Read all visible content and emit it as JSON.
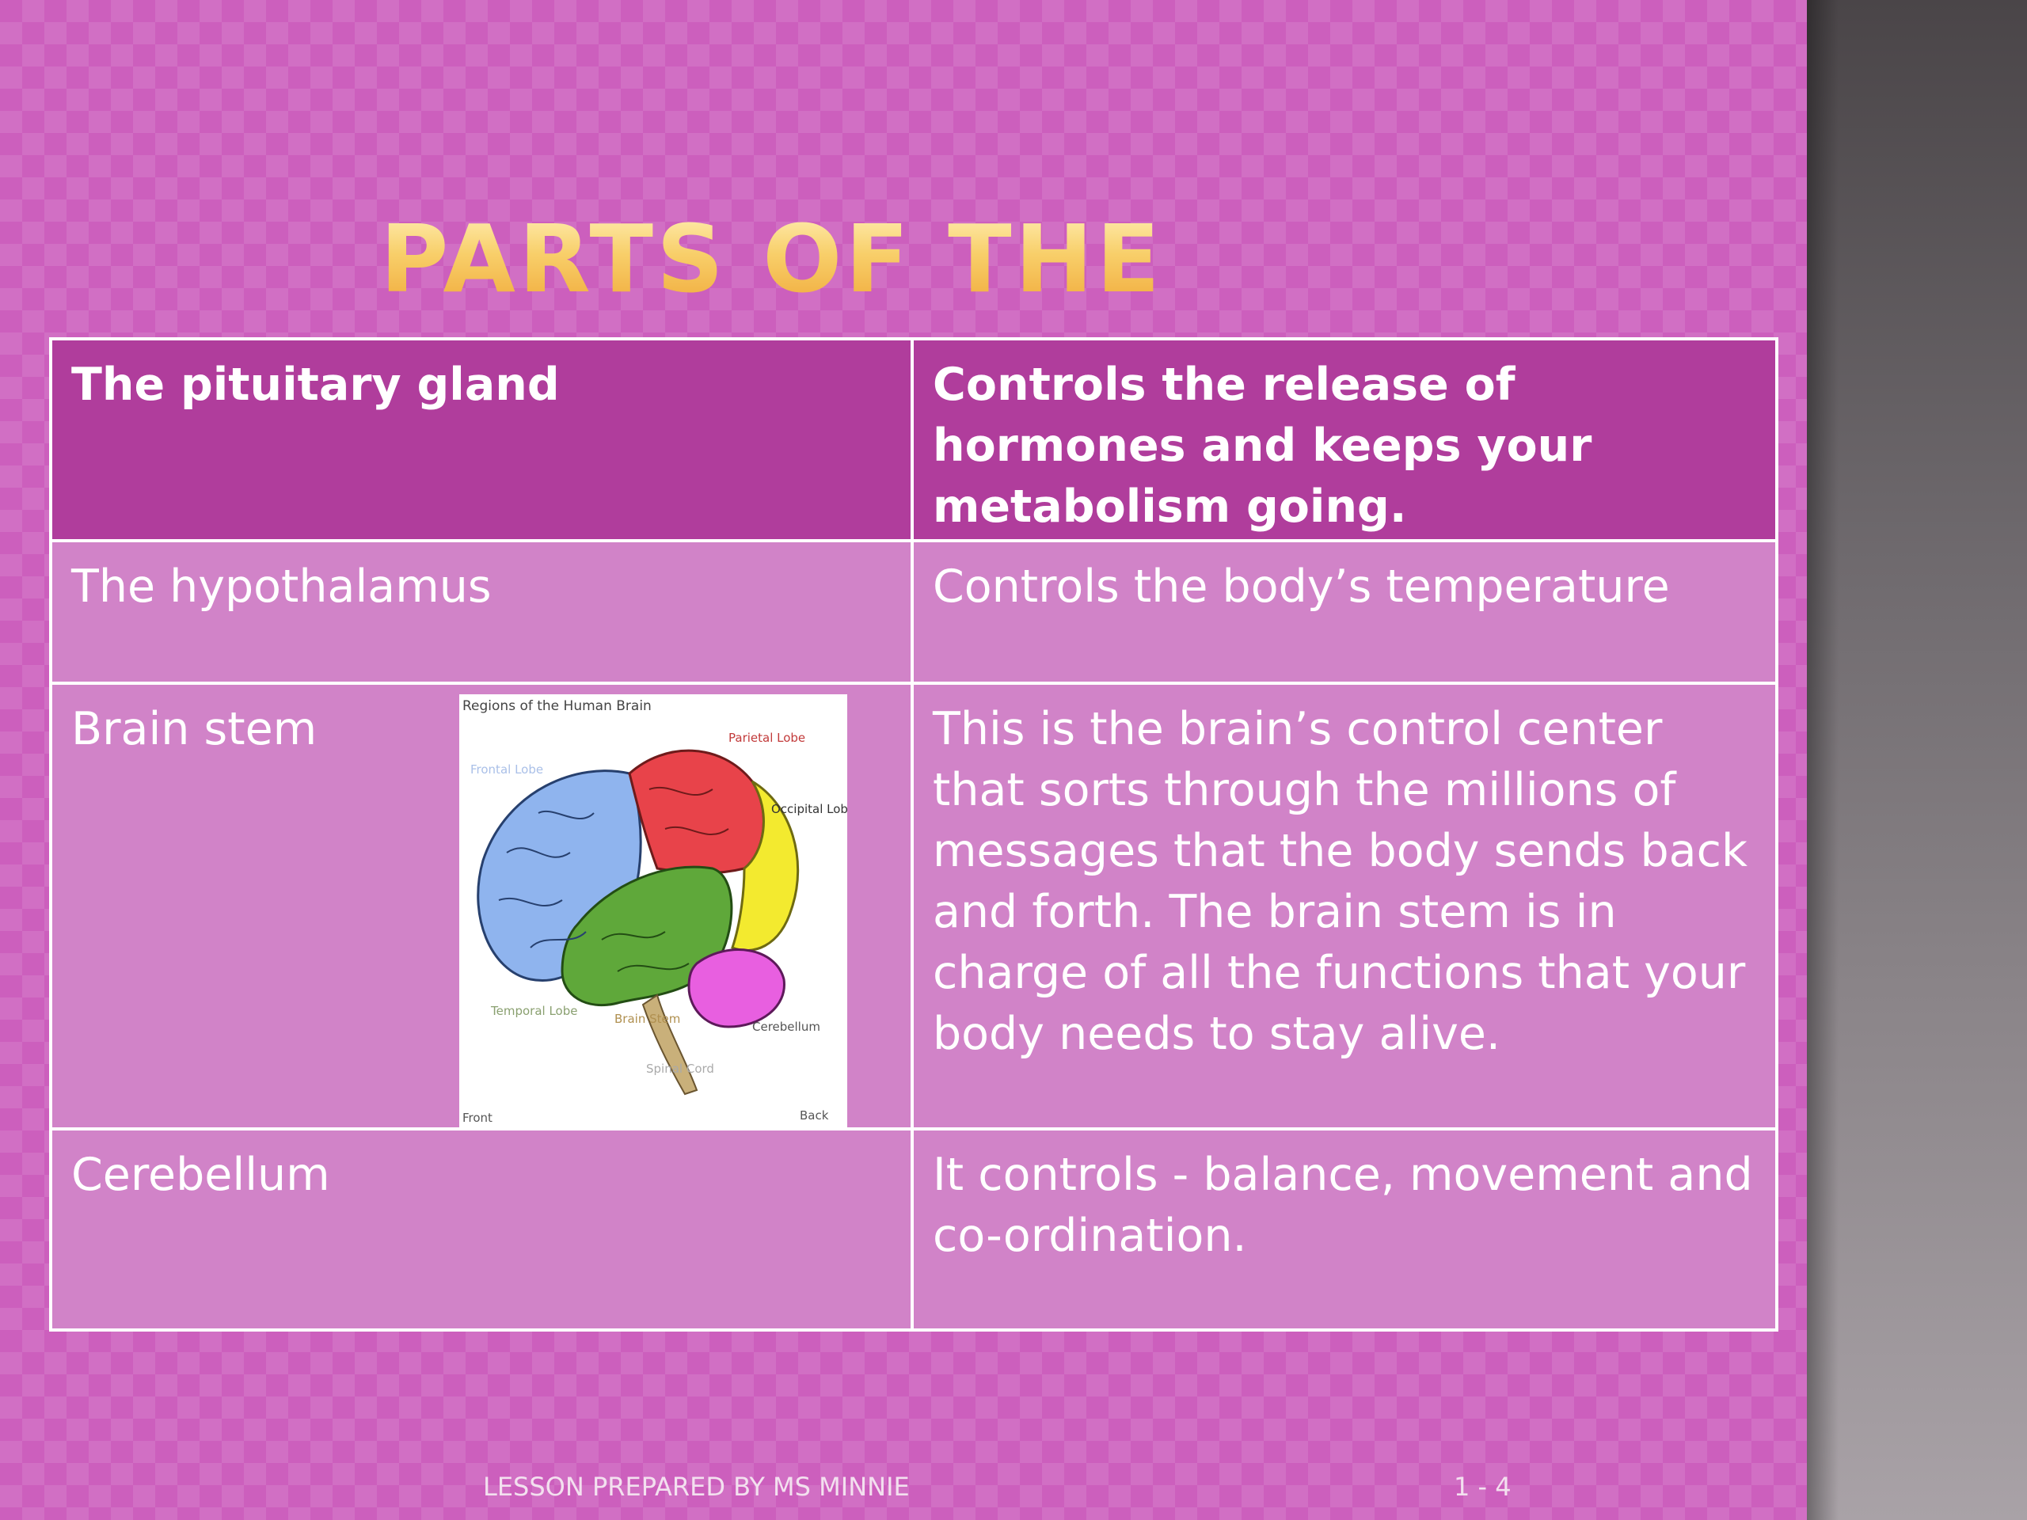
{
  "slide": {
    "title": "Parts of the brain",
    "footer": "LESSON PREPARED BY MS MINNIE",
    "page_number": "1 - 4"
  },
  "table": {
    "rows": [
      {
        "part": "The pituitary gland",
        "function": "Controls the release of hormones and keeps your metabolism going."
      },
      {
        "part": "The hypothalamus",
        "function": "Controls the body’s temperature"
      },
      {
        "part": "Brain stem",
        "function": "This is the brain’s control center that sorts through the millions of messages that the body sends back and forth. The brain stem is in charge of all the functions that your body needs to stay alive."
      },
      {
        "part": "Cerebellum",
        "function": "It controls - balance, movement and co-ordination."
      }
    ]
  },
  "brain_image": {
    "heading": "Regions of the Human Brain",
    "labels": {
      "frontal": "Frontal Lobe",
      "parietal": "Parietal Lobe",
      "occipital": "Occipital Lobe",
      "temporal": "Temporal Lobe",
      "brain_stem": "Brain Stem",
      "cerebellum": "Cerebellum",
      "spinal_cord": "Spinal Cord",
      "front": "Front",
      "back": "Back"
    }
  },
  "colors": {
    "background": "#cc5fbd",
    "header_row": "#b03d9c",
    "body_rows": "#d183c8",
    "title_gold": "#f8cf6a",
    "frontal_lobe": "#8fb4ee",
    "parietal_lobe": "#e8434a",
    "occipital_lobe": "#f3ea2f",
    "temporal_lobe": "#5fa83a",
    "cerebellum": "#e85fe0"
  }
}
